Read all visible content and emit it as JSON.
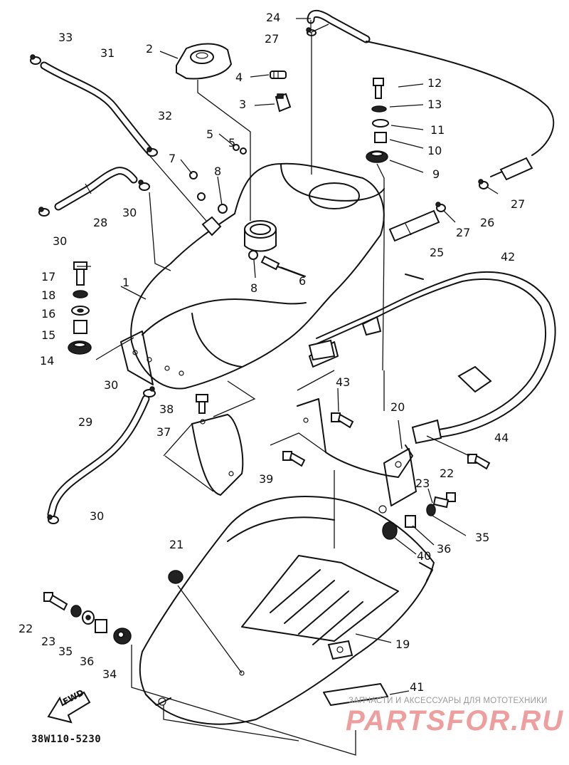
{
  "diagram": {
    "part_code": "38W110-5230",
    "forward_marker": "FWD",
    "watermark": {
      "caption": "ЗАПЧАСТИ И АКСЕССУАРЫ ДЛЯ МОТОТЕХНИКИ",
      "brand": "PARTSFOR.RU",
      "color": "#dc2828"
    },
    "callouts": [
      {
        "id": "c1",
        "text": "1"
      },
      {
        "id": "c2",
        "text": "2"
      },
      {
        "id": "c3",
        "text": "3"
      },
      {
        "id": "c4",
        "text": "4"
      },
      {
        "id": "c5a",
        "text": "5"
      },
      {
        "id": "c5b",
        "text": "5"
      },
      {
        "id": "c6",
        "text": "6"
      },
      {
        "id": "c7",
        "text": "7"
      },
      {
        "id": "c8a",
        "text": "8"
      },
      {
        "id": "c8b",
        "text": "8"
      },
      {
        "id": "c9",
        "text": "9"
      },
      {
        "id": "c10",
        "text": "10"
      },
      {
        "id": "c11",
        "text": "11"
      },
      {
        "id": "c12",
        "text": "12"
      },
      {
        "id": "c13",
        "text": "13"
      },
      {
        "id": "c14",
        "text": "14"
      },
      {
        "id": "c15",
        "text": "15"
      },
      {
        "id": "c16",
        "text": "16"
      },
      {
        "id": "c17",
        "text": "17"
      },
      {
        "id": "c18",
        "text": "18"
      },
      {
        "id": "c19",
        "text": "19"
      },
      {
        "id": "c20",
        "text": "20"
      },
      {
        "id": "c21",
        "text": "21"
      },
      {
        "id": "c22a",
        "text": "22"
      },
      {
        "id": "c22b",
        "text": "22"
      },
      {
        "id": "c23a",
        "text": "23"
      },
      {
        "id": "c23b",
        "text": "23"
      },
      {
        "id": "c24",
        "text": "24"
      },
      {
        "id": "c25",
        "text": "25"
      },
      {
        "id": "c26",
        "text": "26"
      },
      {
        "id": "c27a",
        "text": "27"
      },
      {
        "id": "c27b",
        "text": "27"
      },
      {
        "id": "c27c",
        "text": "27"
      },
      {
        "id": "c28",
        "text": "28"
      },
      {
        "id": "c29",
        "text": "29"
      },
      {
        "id": "c30a",
        "text": "30"
      },
      {
        "id": "c30b",
        "text": "30"
      },
      {
        "id": "c30c",
        "text": "30"
      },
      {
        "id": "c30d",
        "text": "30"
      },
      {
        "id": "c31",
        "text": "31"
      },
      {
        "id": "c32",
        "text": "32"
      },
      {
        "id": "c33",
        "text": "33"
      },
      {
        "id": "c34",
        "text": "34"
      },
      {
        "id": "c35a",
        "text": "35"
      },
      {
        "id": "c35b",
        "text": "35"
      },
      {
        "id": "c36a",
        "text": "36"
      },
      {
        "id": "c36b",
        "text": "36"
      },
      {
        "id": "c37",
        "text": "37"
      },
      {
        "id": "c38",
        "text": "38"
      },
      {
        "id": "c39",
        "text": "39"
      },
      {
        "id": "c40",
        "text": "40"
      },
      {
        "id": "c41",
        "text": "41"
      },
      {
        "id": "c42",
        "text": "42"
      },
      {
        "id": "c43",
        "text": "43"
      },
      {
        "id": "c44",
        "text": "44"
      }
    ]
  }
}
